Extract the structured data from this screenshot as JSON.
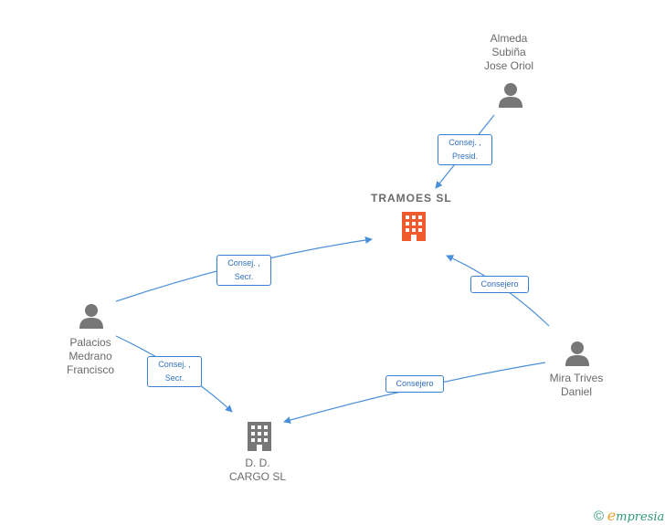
{
  "colors": {
    "edge": "#4a90d9",
    "label_border": "#3a7fd0",
    "label_text": "#2f6fc2",
    "person_icon": "#777777",
    "company_main": "#ee5a2b",
    "company_other": "#777777"
  },
  "companies": {
    "main": {
      "title": "TRAMOES  SL",
      "icon": "building-icon"
    },
    "other": {
      "line1": "D. D.",
      "line2": "CARGO SL",
      "icon": "building-icon"
    }
  },
  "persons": {
    "almeda": {
      "line1": "Almeda",
      "line2": "Subiña",
      "line3": "Jose Oriol",
      "icon": "person-icon"
    },
    "palacios": {
      "line1": "Palacios",
      "line2": "Medrano",
      "line3": "Francisco",
      "icon": "person-icon"
    },
    "mira": {
      "line1": "Mira Trives",
      "line2": "Daniel",
      "icon": "person-icon"
    }
  },
  "relations": {
    "almeda_tramoes": {
      "line1": "Consej. ,",
      "line2": "Presid."
    },
    "palacios_tramoes": {
      "line1": "Consej. ,",
      "line2": "Secr."
    },
    "palacios_ddcargo": {
      "line1": "Consej. ,",
      "line2": "Secr."
    },
    "mira_tramoes": {
      "line1": "Consejero"
    },
    "mira_ddcargo": {
      "line1": "Consejero"
    }
  },
  "brand": {
    "copyright": "©",
    "e": "e",
    "rest": "mpresia"
  }
}
